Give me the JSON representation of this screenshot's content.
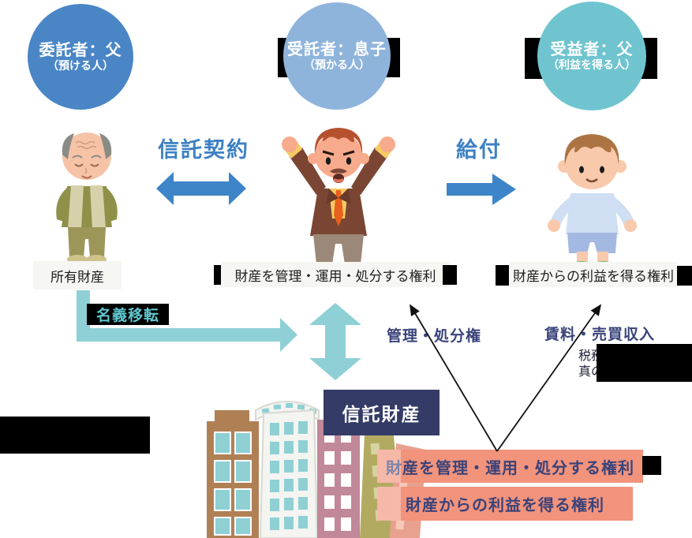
{
  "roles": [
    {
      "title": "委託者：父",
      "subtitle": "（預ける人）"
    },
    {
      "title": "受託者：息子",
      "subtitle": "（預かる人）"
    },
    {
      "title": "受益者：父",
      "subtitle": "（利益を得る人）"
    }
  ],
  "relations": {
    "trust_contract_label": "信託契約",
    "benefit_label": "給付",
    "name_transfer_label": "名義移転"
  },
  "property_labels": {
    "owned_property": "所有財産",
    "manage_right": "財産を管理・運用・処分する権利",
    "benefit_right": "財産からの利益を得る権利"
  },
  "annotations": {
    "management_disposal": "管理・処分権",
    "rent_sale_income": "賃料・売買収入",
    "partial_line1": "税務",
    "partial_line2": "真の"
  },
  "trust_property": {
    "title": "信託財産",
    "rights": [
      "財産を管理・運用・処分する権利",
      "財産からの利益を得る権利"
    ]
  },
  "colors": {
    "settlor_circle": "#4a86c6",
    "trustee_circle": "#8fb4dc",
    "beneficiary_circle": "#6fc4cf",
    "blue_arrow": "#3d85c8",
    "teal_arrow": "#8ed0d6",
    "navy_text": "#3a437a",
    "navy_box": "#333b66",
    "salmon_box": "#f2937c",
    "label_box_bg": "#f6f6f3",
    "redaction": "#000000"
  }
}
